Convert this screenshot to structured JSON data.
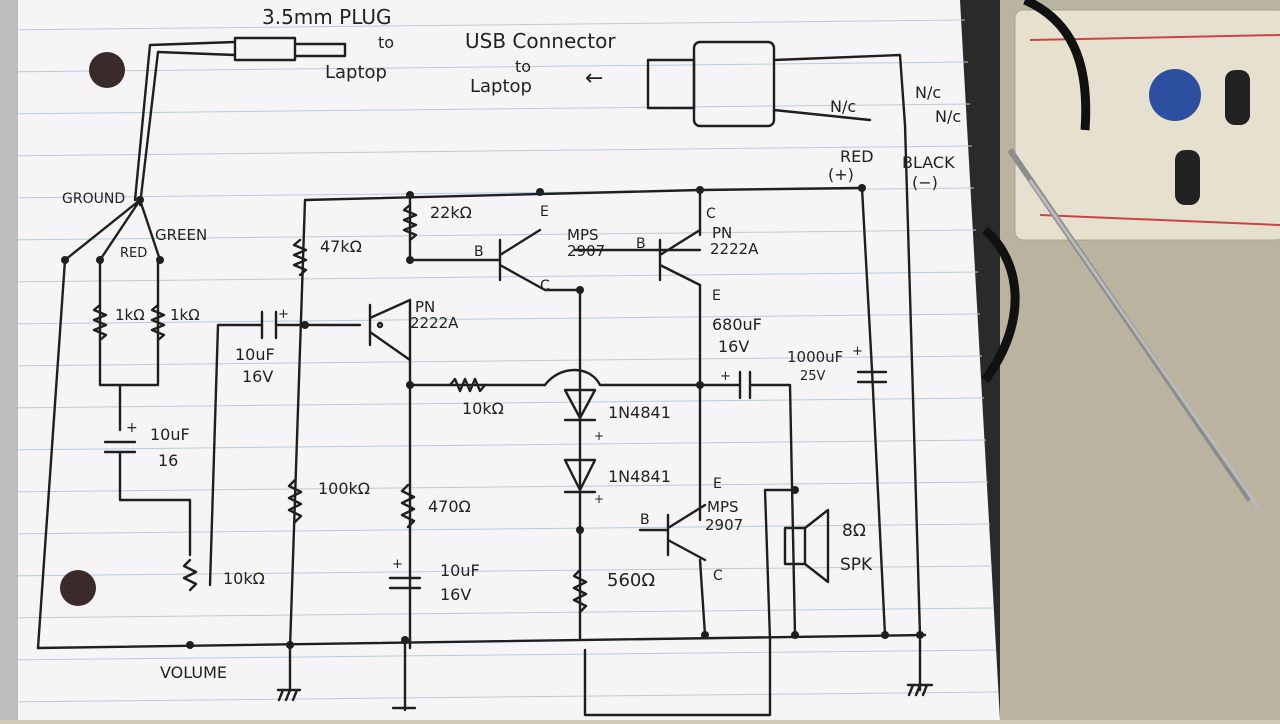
{
  "diagram": {
    "top": {
      "plug": "3.5mm PLUG",
      "plug_to": "to",
      "plug_dest": "Laptop",
      "usb": "USB Connector",
      "usb_to": "to",
      "usb_dest": "Laptop",
      "arrow": "←",
      "nc1": "N/c",
      "nc2": "N/c",
      "nc3": "N/c",
      "red": "RED",
      "red_sign": "(+)",
      "black": "BLACK",
      "black_sign": "(−)"
    },
    "input": {
      "ground": "GROUND",
      "red": "RED",
      "green": "GREEN",
      "r1": "1kΩ",
      "r2": "1kΩ",
      "c1_value": "10uF",
      "c1_voltage": "16",
      "plus": "+",
      "pot": "10kΩ",
      "volume": "VOLUME"
    },
    "amp": {
      "r47k": "47kΩ",
      "r22k": "22kΩ",
      "r100k": "100kΩ",
      "r470": "470Ω",
      "r10k": "10kΩ",
      "r560": "560Ω",
      "c_in_value": "10uF",
      "c_in_voltage": "16V",
      "c_e_value": "10uF",
      "c_e_voltage": "16V",
      "c_out_value": "680uF",
      "c_out_voltage": "16V",
      "c_sup_value": "1000uF",
      "c_sup_voltage": "25V",
      "q1": "PN\n2222A",
      "q2": "MPS\n2907",
      "q3": "PN\n2222A",
      "q4": "MPS\n2907",
      "d1": "1N4841",
      "d2": "1N4841",
      "spk_ohm": "8Ω",
      "spk": "SPK",
      "pins": {
        "b": "B",
        "c": "C",
        "e": "E"
      },
      "plus": "+"
    }
  }
}
